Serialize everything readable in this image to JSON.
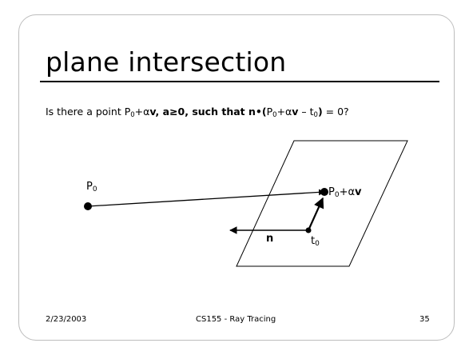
{
  "slide": {
    "title": "plane intersection",
    "question": {
      "p1": "Is there a point P",
      "sub0": "0",
      "p2": "+α",
      "v1": "v",
      "p3": ",  a≥0, such that ",
      "n": "n",
      "dot": "•(",
      "p4": "P",
      "sub1": "0",
      "p5": "+α",
      "v2": "v",
      "p6": " – t",
      "sub2": "0",
      "close": ")",
      "p7": " = 0?"
    },
    "labels": {
      "p0_main": "P",
      "p0_sub": "0",
      "pav_main": "P",
      "pav_sub": "0",
      "pav_plus": "+α",
      "pav_v": "v",
      "n": "n",
      "t0_main": "t",
      "t0_sub": "0"
    },
    "footer": {
      "date": "2/23/2003",
      "course": "CS155 - Ray Tracing",
      "page": "35"
    }
  }
}
